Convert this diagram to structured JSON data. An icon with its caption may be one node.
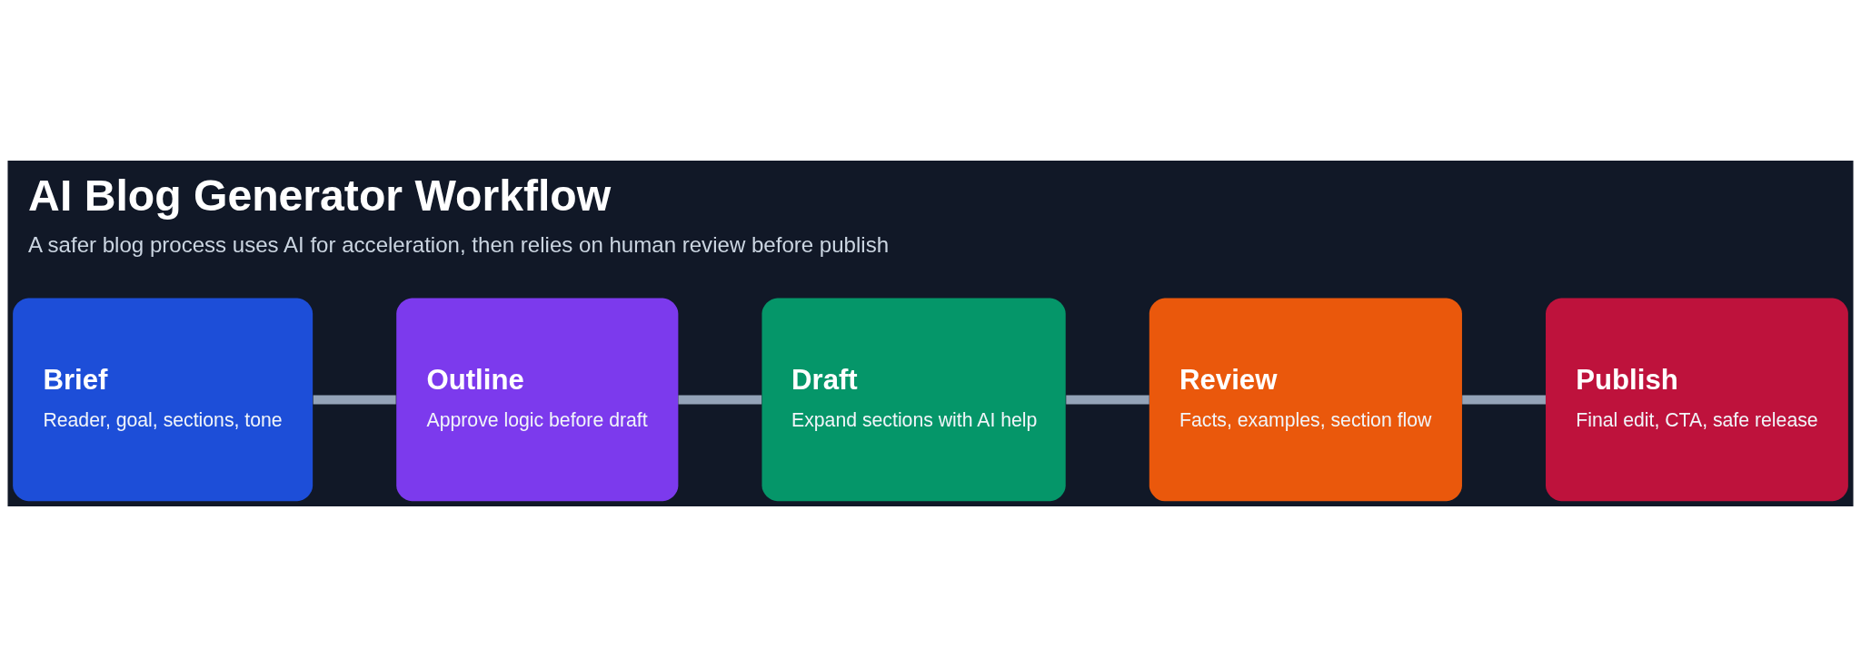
{
  "diagram": {
    "title": "AI Blog Generator Workflow",
    "caption": "A safer blog process uses AI for acceleration, then relies on human review before publish",
    "nodes": [
      {
        "text": [
          "Brief",
          "Reader, goal, sections, tone"
        ]
      },
      {
        "text": [
          "Outline",
          "Approve logic before draft"
        ]
      },
      {
        "text": [
          "Draft",
          "Expand sections with AI help"
        ]
      },
      {
        "text": [
          "Review",
          "Facts, examples, section flow"
        ]
      },
      {
        "text": [
          "Publish",
          "Final edit, CTA, safe release"
        ]
      }
    ],
    "edges": [
      {
        "from": 0,
        "to": 1,
        "arrow": "none"
      },
      {
        "from": 1,
        "to": 2,
        "arrow": "none"
      },
      {
        "from": 2,
        "to": 3,
        "arrow": "none"
      },
      {
        "from": 3,
        "to": 4,
        "arrow": "none"
      }
    ]
  }
}
